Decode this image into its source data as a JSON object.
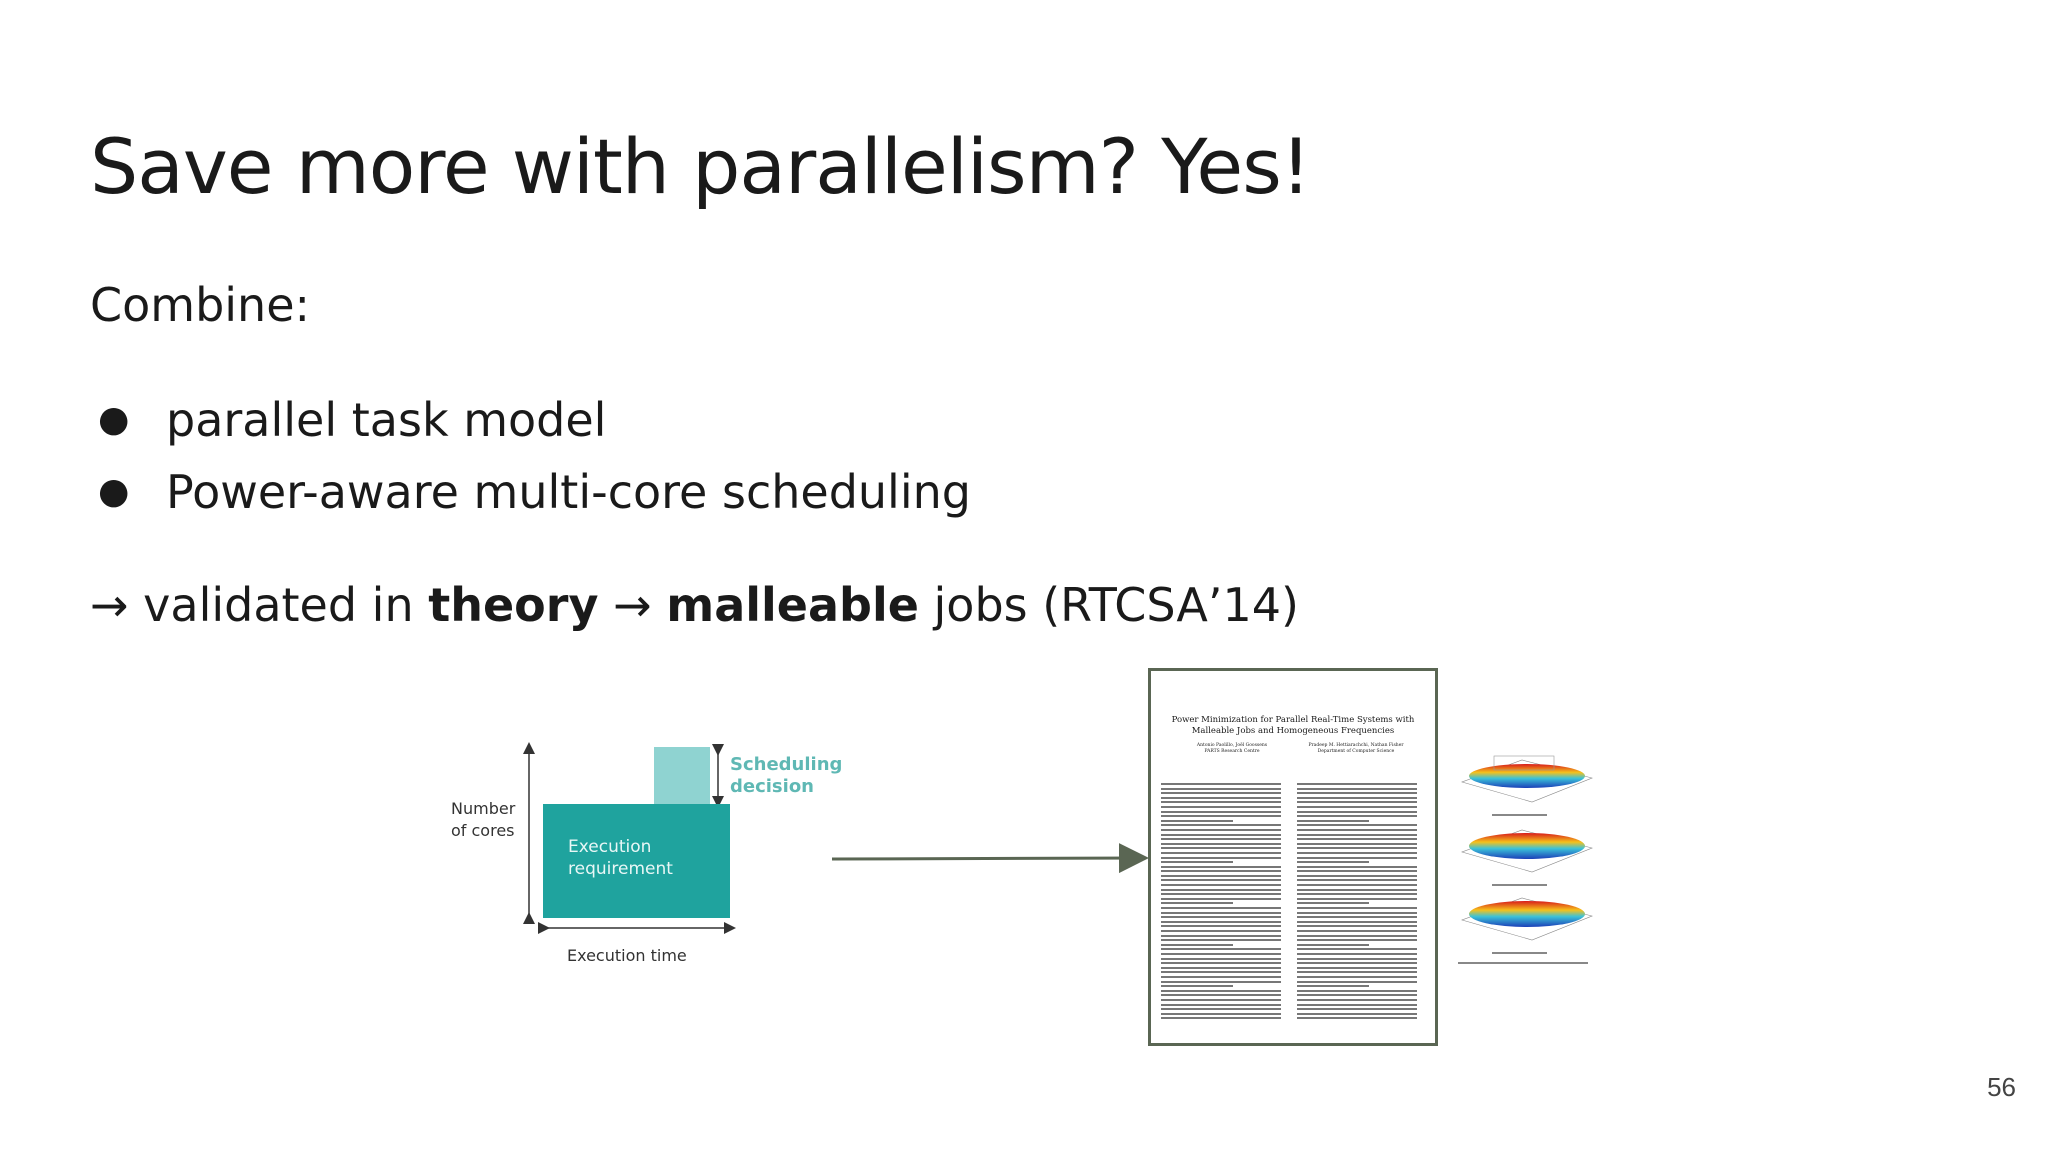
{
  "slide": {
    "title": "Save more with parallelism? Yes!",
    "combine_label": "Combine:",
    "bullets": [
      {
        "marker": "●",
        "text": "parallel task model"
      },
      {
        "marker": "●",
        "text": "Power-aware multi-core scheduling"
      }
    ],
    "validated": {
      "arrow1": "→ validated in ",
      "bold1": "theory",
      "arrow2": " → ",
      "bold2": "malleable",
      "rest": " jobs (RTCSA’14)"
    },
    "page_number": "56"
  },
  "diagram": {
    "y_label_line1": "Number",
    "y_label_line2": "of cores",
    "x_label": "Execution time",
    "exec_line1": "Execution",
    "exec_line2": "requirement",
    "sched_line1": "Scheduling",
    "sched_line2": "decision",
    "colors": {
      "execution": "#1fa39e",
      "scheduling": "#8fd3d1",
      "scheduling_text": "#5fb8b4"
    }
  },
  "paper": {
    "title_line1": "Power Minimization for Parallel Real-Time Systems with",
    "title_line2": "Malleable Jobs and Homogeneous Frequencies",
    "authors_left": "Antonio Paolillo, Joël Goossens",
    "authors_right": "Pradeep M. Hettiarachchi, Nathan Fisher",
    "affil_left": "PARTS Research Centre",
    "affil_right": "Department of Computer Science"
  }
}
